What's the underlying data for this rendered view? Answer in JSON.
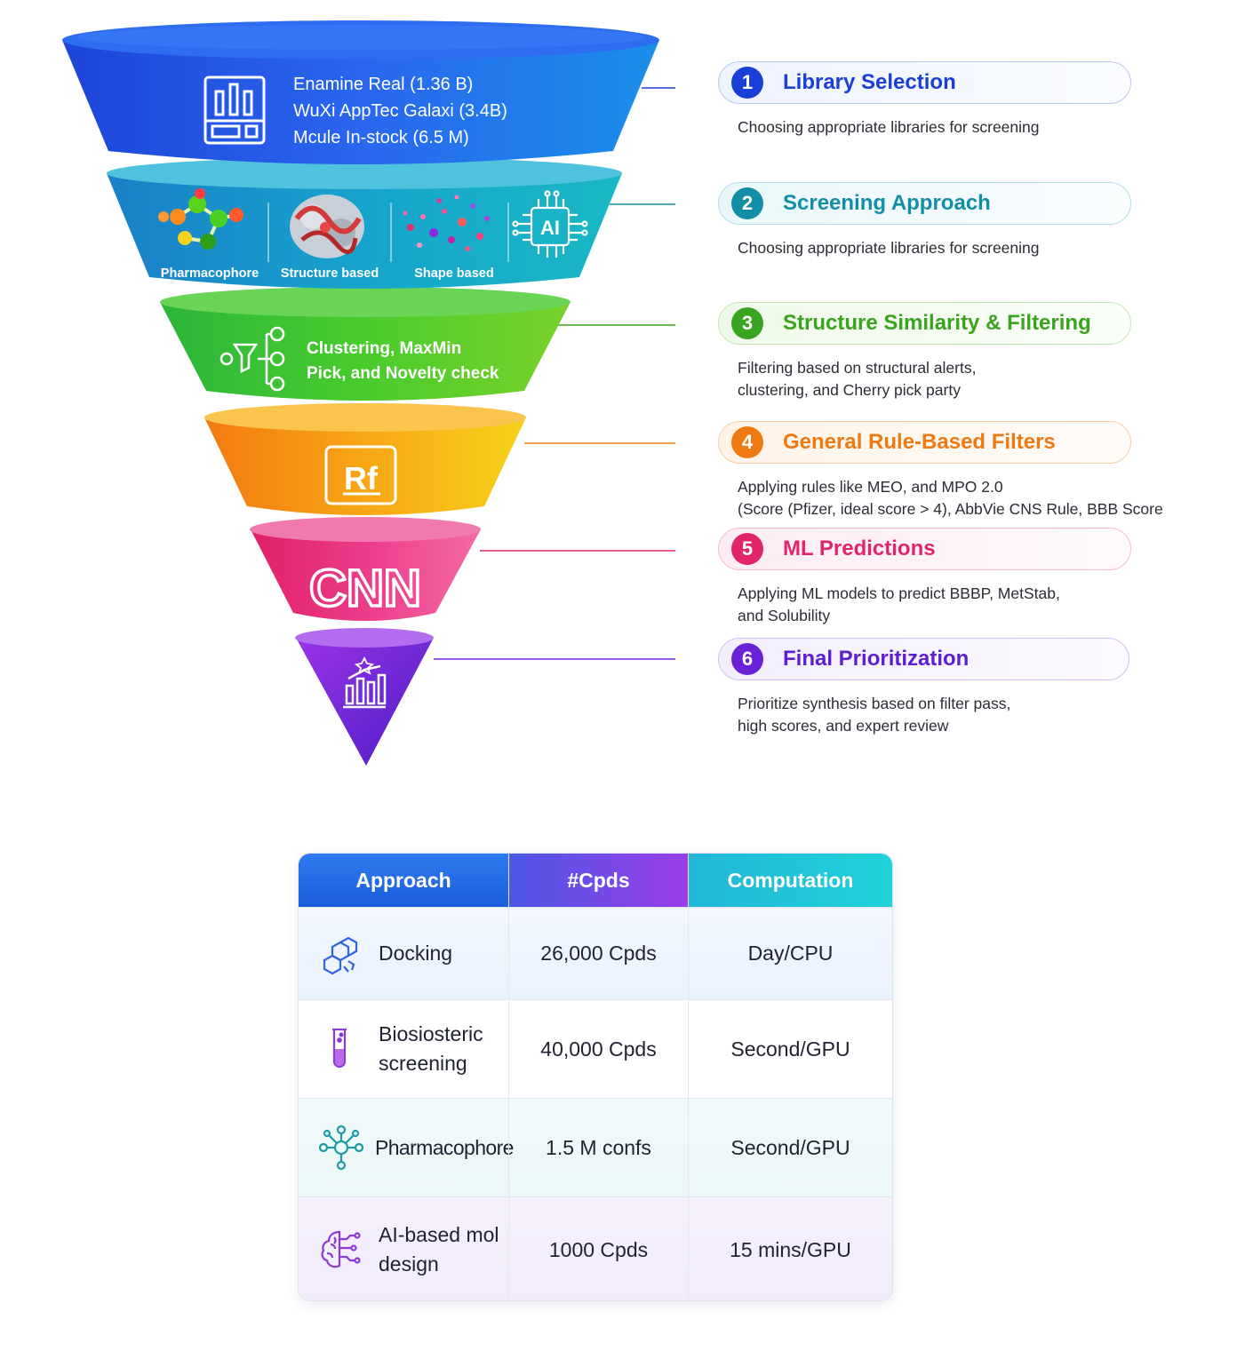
{
  "funnel": {
    "library_lines": [
      "Enamine Real (1.36 B)",
      "WuXi AppTec Galaxi (3.4B)",
      "Mcule In-stock (6.5 M)"
    ],
    "screening_labels": [
      "Pharmacophore",
      "Structure based",
      "Shape based"
    ],
    "ai_chip_label": "AI",
    "clustering_lines": [
      "Clustering, MaxMin",
      "Pick, and Novelty check"
    ],
    "rf_label": "Rf",
    "cnn_label": "CNN"
  },
  "steps": [
    {
      "number": "1",
      "title": "Library Selection",
      "description": "Choosing appropriate libraries for screening",
      "color": "#1a3fd6"
    },
    {
      "number": "2",
      "title": "Screening Approach",
      "description": "Choosing appropriate libraries for screening",
      "color": "#128fa6"
    },
    {
      "number": "3",
      "title": "Structure Similarity & Filtering",
      "description": "Filtering based on structural alerts,\nclustering, and Cherry pick party",
      "color": "#3aa31f"
    },
    {
      "number": "4",
      "title": "General Rule-Based Filters",
      "description": "Applying rules like MEO, and MPO 2.0\n(Score (Pfizer, ideal score > 4), AbbVie CNS Rule, BBB Score",
      "color": "#f07a12"
    },
    {
      "number": "5",
      "title": "ML Predictions",
      "description": "Applying ML models to predict BBBP, MetStab,\nand Solubility",
      "color": "#e0256a"
    },
    {
      "number": "6",
      "title": "Final Prioritization",
      "description": "Prioritize synthesis based on filter pass,\nhigh scores, and expert review",
      "color": "#6a22d6"
    }
  ],
  "table": {
    "headers": [
      "Approach",
      "#Cpds",
      "Computation"
    ],
    "rows": [
      {
        "approach": "Docking",
        "cpds": "26,000 Cpds",
        "computation": "Day/CPU",
        "icon": "molecule-hexagon-icon"
      },
      {
        "approach": "Biosiosteric\nscreening",
        "cpds": "40,000 Cpds",
        "computation": "Second/GPU",
        "icon": "test-tube-icon"
      },
      {
        "approach": "Pharmacophore",
        "cpds": "1.5 M confs",
        "computation": "Second/GPU",
        "icon": "molecule-network-icon"
      },
      {
        "approach": "AI-based mol\ndesign",
        "cpds": "1000 Cpds",
        "computation": "15 mins/GPU",
        "icon": "ai-brain-icon"
      }
    ]
  }
}
